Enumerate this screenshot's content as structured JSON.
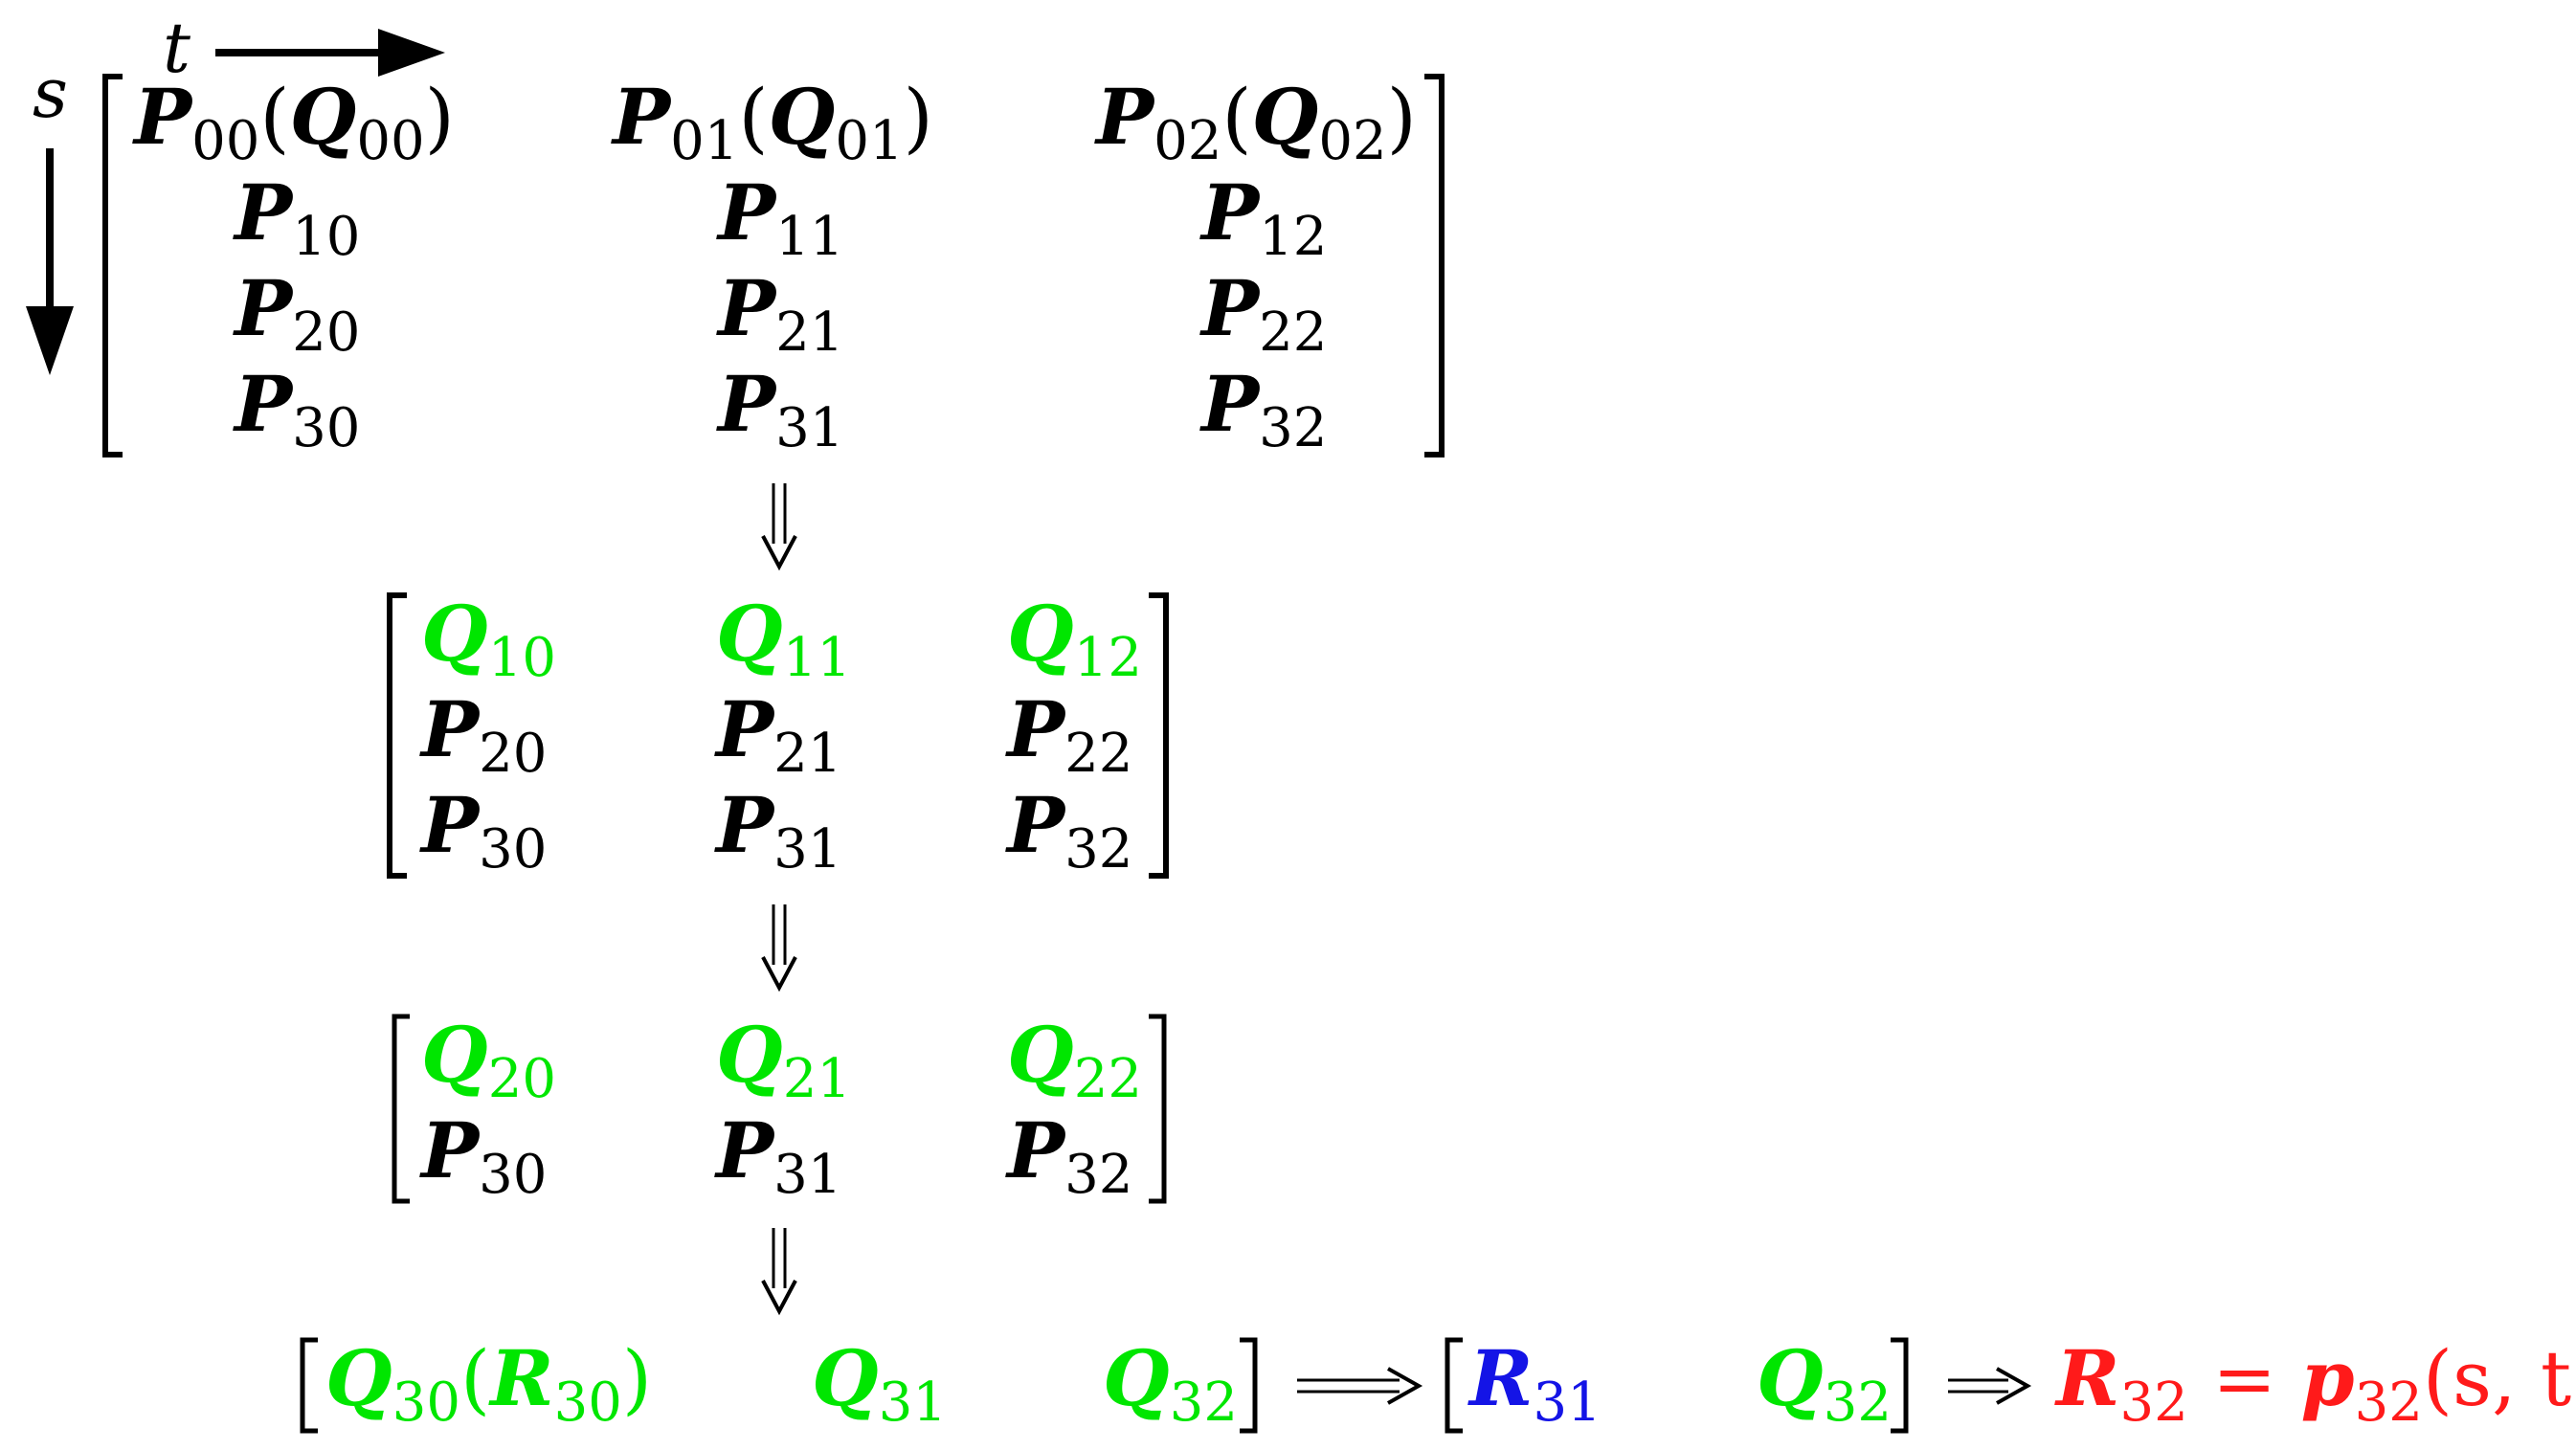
{
  "axes": {
    "t_label": "t",
    "s_label": "s"
  },
  "colors": {
    "black": "#000000",
    "green": "#00e600",
    "blue": "#1414e6",
    "red": "#ff1a1a"
  },
  "matrix1": {
    "rows": [
      [
        {
          "sym": "P",
          "sub": "00",
          "par": {
            "sym": "Q",
            "sub": "00"
          }
        },
        {
          "sym": "P",
          "sub": "01",
          "par": {
            "sym": "Q",
            "sub": "01"
          }
        },
        {
          "sym": "P",
          "sub": "02",
          "par": {
            "sym": "Q",
            "sub": "02"
          }
        }
      ],
      [
        {
          "sym": "P",
          "sub": "10"
        },
        {
          "sym": "P",
          "sub": "11"
        },
        {
          "sym": "P",
          "sub": "12"
        }
      ],
      [
        {
          "sym": "P",
          "sub": "20"
        },
        {
          "sym": "P",
          "sub": "21"
        },
        {
          "sym": "P",
          "sub": "22"
        }
      ],
      [
        {
          "sym": "P",
          "sub": "30"
        },
        {
          "sym": "P",
          "sub": "31"
        },
        {
          "sym": "P",
          "sub": "32"
        }
      ]
    ]
  },
  "matrix2": {
    "rows": [
      [
        {
          "sym": "Q",
          "sub": "10",
          "color": "green"
        },
        {
          "sym": "Q",
          "sub": "11",
          "color": "green"
        },
        {
          "sym": "Q",
          "sub": "12",
          "color": "green"
        }
      ],
      [
        {
          "sym": "P",
          "sub": "20"
        },
        {
          "sym": "P",
          "sub": "21"
        },
        {
          "sym": "P",
          "sub": "22"
        }
      ],
      [
        {
          "sym": "P",
          "sub": "30"
        },
        {
          "sym": "P",
          "sub": "31"
        },
        {
          "sym": "P",
          "sub": "32"
        }
      ]
    ]
  },
  "matrix3": {
    "rows": [
      [
        {
          "sym": "Q",
          "sub": "20",
          "color": "green"
        },
        {
          "sym": "Q",
          "sub": "21",
          "color": "green"
        },
        {
          "sym": "Q",
          "sub": "22",
          "color": "green"
        }
      ],
      [
        {
          "sym": "P",
          "sub": "30"
        },
        {
          "sym": "P",
          "sub": "31"
        },
        {
          "sym": "P",
          "sub": "32"
        }
      ]
    ]
  },
  "matrix4": {
    "cells": [
      {
        "sym": "Q",
        "sub": "30",
        "color": "green",
        "par": {
          "sym": "R",
          "sub": "30"
        }
      },
      {
        "sym": "Q",
        "sub": "31",
        "color": "green"
      },
      {
        "sym": "Q",
        "sub": "32",
        "color": "green"
      }
    ]
  },
  "matrix5": {
    "cells": [
      {
        "sym": "R",
        "sub": "31",
        "color": "blue"
      },
      {
        "sym": "Q",
        "sub": "32",
        "color": "green"
      }
    ]
  },
  "result": {
    "lhs_sym": "R",
    "lhs_sub": "32",
    "equals": "=",
    "rhs_sym": "p",
    "rhs_sub": "32",
    "args": "(s, t)"
  },
  "arrows": {
    "down": "⇓",
    "right": "⟹"
  }
}
